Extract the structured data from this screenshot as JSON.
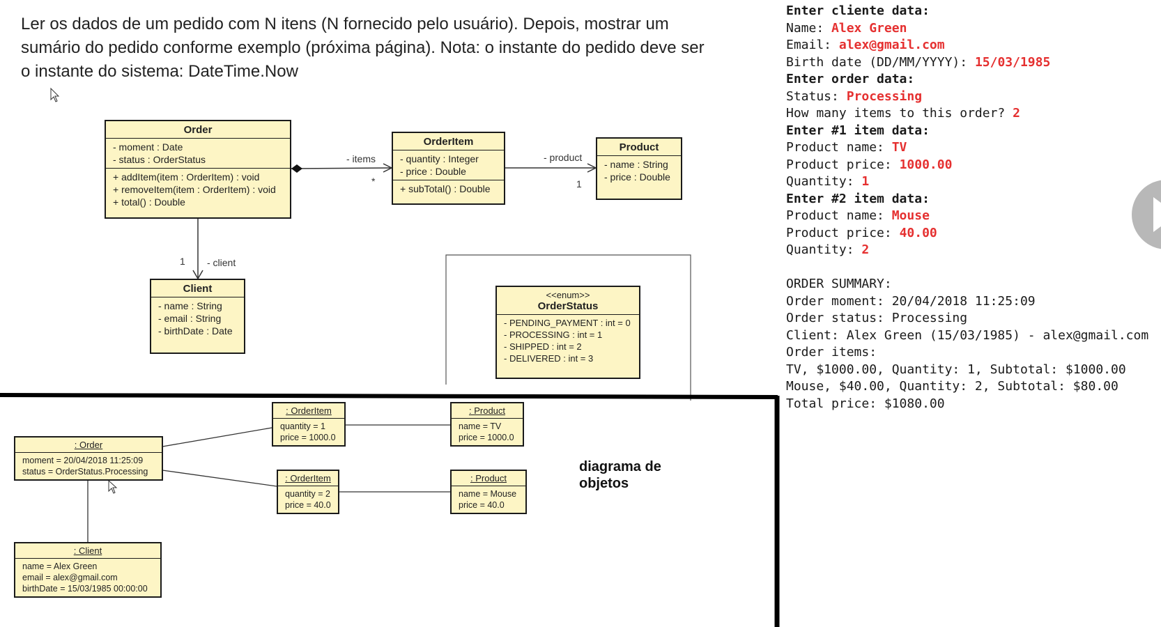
{
  "task": {
    "line1": "Ler os dados de um pedido com N itens (N fornecido pelo usuário). Depois, mostrar um",
    "line2": "sumário do pedido conforme exemplo (próxima página). Nota: o instante do pedido deve ser",
    "line3": "o instante do sistema: DateTime.Now"
  },
  "uml": {
    "order": {
      "name": "Order",
      "attrs": [
        "- moment : Date",
        "- status : OrderStatus"
      ],
      "ops": [
        "+ addItem(item : OrderItem) : void",
        "+ removeItem(item : OrderItem) : void",
        "+ total() : Double"
      ]
    },
    "order_item": {
      "name": "OrderItem",
      "attrs": [
        "- quantity : Integer",
        "- price : Double"
      ],
      "ops": [
        "+ subTotal() : Double"
      ]
    },
    "product": {
      "name": "Product",
      "attrs": [
        "- name : String",
        "- price : Double"
      ]
    },
    "client": {
      "name": "Client",
      "attrs": [
        "- name : String",
        "- email : String",
        "- birthDate : Date"
      ]
    },
    "order_status": {
      "stereotype": "<<enum>>",
      "name": "OrderStatus",
      "values": [
        "- PENDING_PAYMENT : int = 0",
        "- PROCESSING : int = 1",
        "- SHIPPED : int = 2",
        "- DELIVERED : int = 3"
      ]
    },
    "assoc": {
      "items_role": "- items",
      "items_mult": "*",
      "product_role": "- product",
      "product_mult": "1",
      "client_role": "- client",
      "client_mult": "1"
    }
  },
  "objects": {
    "order": {
      "title": ": Order",
      "lines": [
        "moment = 20/04/2018 11:25:09",
        "status = OrderStatus.Processing"
      ]
    },
    "item1": {
      "title": ": OrderItem",
      "lines": [
        "quantity = 1",
        "price = 1000.0"
      ]
    },
    "item2": {
      "title": ": OrderItem",
      "lines": [
        "quantity = 2",
        "price = 40.0"
      ]
    },
    "product1": {
      "title": ": Product",
      "lines": [
        "name = TV",
        "price = 1000.0"
      ]
    },
    "product2": {
      "title": ": Product",
      "lines": [
        "name = Mouse",
        "price = 40.0"
      ]
    },
    "client": {
      "title": ": Client",
      "lines": [
        "name = Alex Green",
        "email = alex@gmail.com",
        "birthDate = 15/03/1985 00:00:00"
      ]
    },
    "caption_line1": "diagrama de",
    "caption_line2": "objetos"
  },
  "console": {
    "lines": [
      [
        {
          "t": "Enter cliente data:",
          "s": "b"
        }
      ],
      [
        {
          "t": "Name: ",
          "s": ""
        },
        {
          "t": "Alex Green",
          "s": "r"
        }
      ],
      [
        {
          "t": "Email: ",
          "s": ""
        },
        {
          "t": "alex@gmail.com",
          "s": "r"
        }
      ],
      [
        {
          "t": "Birth date (DD/MM/YYYY): ",
          "s": ""
        },
        {
          "t": "15/03/1985",
          "s": "r"
        }
      ],
      [
        {
          "t": "Enter order data:",
          "s": "b"
        }
      ],
      [
        {
          "t": "Status: ",
          "s": ""
        },
        {
          "t": "Processing",
          "s": "r"
        }
      ],
      [
        {
          "t": "How many items to this order? ",
          "s": ""
        },
        {
          "t": "2",
          "s": "r"
        }
      ],
      [
        {
          "t": "Enter #1 item data:",
          "s": "b"
        }
      ],
      [
        {
          "t": "Product name: ",
          "s": ""
        },
        {
          "t": "TV",
          "s": "r"
        }
      ],
      [
        {
          "t": "Product price: ",
          "s": ""
        },
        {
          "t": "1000.00",
          "s": "r"
        }
      ],
      [
        {
          "t": "Quantity: ",
          "s": ""
        },
        {
          "t": "1",
          "s": "r"
        }
      ],
      [
        {
          "t": "Enter #2 item data:",
          "s": "b"
        }
      ],
      [
        {
          "t": "Product name: ",
          "s": ""
        },
        {
          "t": "Mouse",
          "s": "r"
        }
      ],
      [
        {
          "t": "Product price: ",
          "s": ""
        },
        {
          "t": "40.00",
          "s": "r"
        }
      ],
      [
        {
          "t": "Quantity: ",
          "s": ""
        },
        {
          "t": "2",
          "s": "r"
        }
      ],
      [
        {
          "t": "",
          "s": ""
        }
      ],
      [
        {
          "t": "ORDER SUMMARY:",
          "s": ""
        }
      ],
      [
        {
          "t": "Order moment: 20/04/2018 11:25:09",
          "s": ""
        }
      ],
      [
        {
          "t": "Order status: Processing",
          "s": ""
        }
      ],
      [
        {
          "t": "Client: Alex Green (15/03/1985) - alex@gmail.com",
          "s": ""
        }
      ],
      [
        {
          "t": "Order items:",
          "s": ""
        }
      ],
      [
        {
          "t": "TV, $1000.00, Quantity: 1, Subtotal: $1000.00",
          "s": ""
        }
      ],
      [
        {
          "t": "Mouse, $40.00, Quantity: 2, Subtotal: $80.00",
          "s": ""
        }
      ],
      [
        {
          "t": "Total price: $1080.00",
          "s": ""
        }
      ]
    ]
  },
  "colors": {
    "input_red": "#e53030",
    "uml_fill": "#fdf5c5",
    "play_button": "#b8b8b8"
  },
  "icons": {
    "play": "play-icon",
    "cursor": "mouse-cursor-icon"
  }
}
